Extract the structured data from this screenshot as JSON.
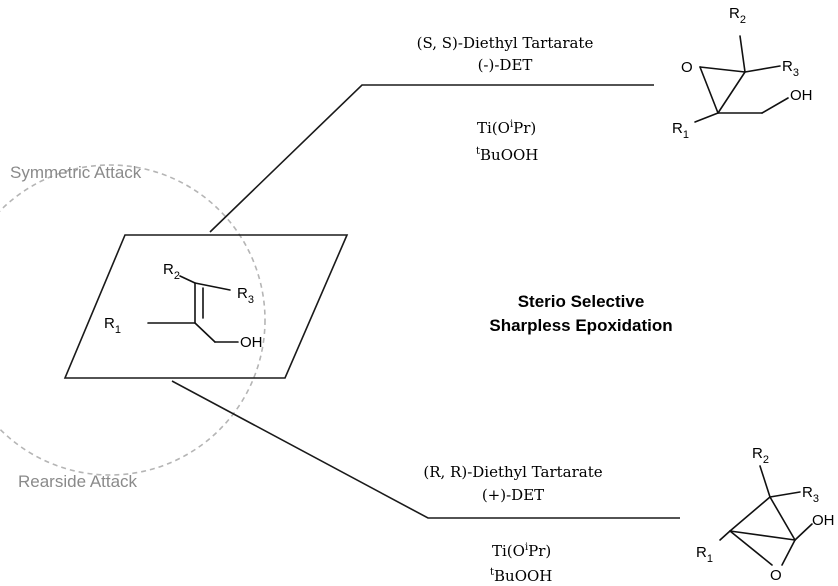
{
  "diagram": {
    "center_label_line1": "Sterio Selective",
    "center_label_line2": "Sharpless Epoxidation",
    "attack_top": "Symmetric Attack",
    "attack_bottom": "Rearside Attack",
    "colors": {
      "dashed_circle": "#b5b5b5",
      "attack_text": "#8a8a8a",
      "lines": "#1a1a1a"
    }
  },
  "substrate": {
    "r1": "R",
    "r1_sub": "1",
    "r2": "R",
    "r2_sub": "2",
    "r3": "R",
    "r3_sub": "3",
    "oh": "OH"
  },
  "top_pathway": {
    "reagent_line1": "(S, S)-Diethyl Tartarate",
    "reagent_line2": "(-)-DET",
    "catalyst_main": "Ti(O",
    "catalyst_sup": "i",
    "catalyst_end": "Pr)",
    "oxidant_sup": "t",
    "oxidant_main": "BuOOH"
  },
  "top_product": {
    "r1": "R",
    "r1_sub": "1",
    "r2": "R",
    "r2_sub": "2",
    "r3": "R",
    "r3_sub": "3",
    "o": "O",
    "oh": "OH"
  },
  "bottom_pathway": {
    "reagent_line1": "(R, R)-Diethyl Tartarate",
    "reagent_line2": "(+)-DET",
    "catalyst_main": "Ti(O",
    "catalyst_sup": "i",
    "catalyst_end": "Pr)",
    "oxidant_sup": "t",
    "oxidant_main": "BuOOH"
  },
  "bottom_product": {
    "r1": "R",
    "r1_sub": "1",
    "r2": "R",
    "r2_sub": "2",
    "r3": "R",
    "r3_sub": "3",
    "o": "O",
    "oh": "OH"
  }
}
